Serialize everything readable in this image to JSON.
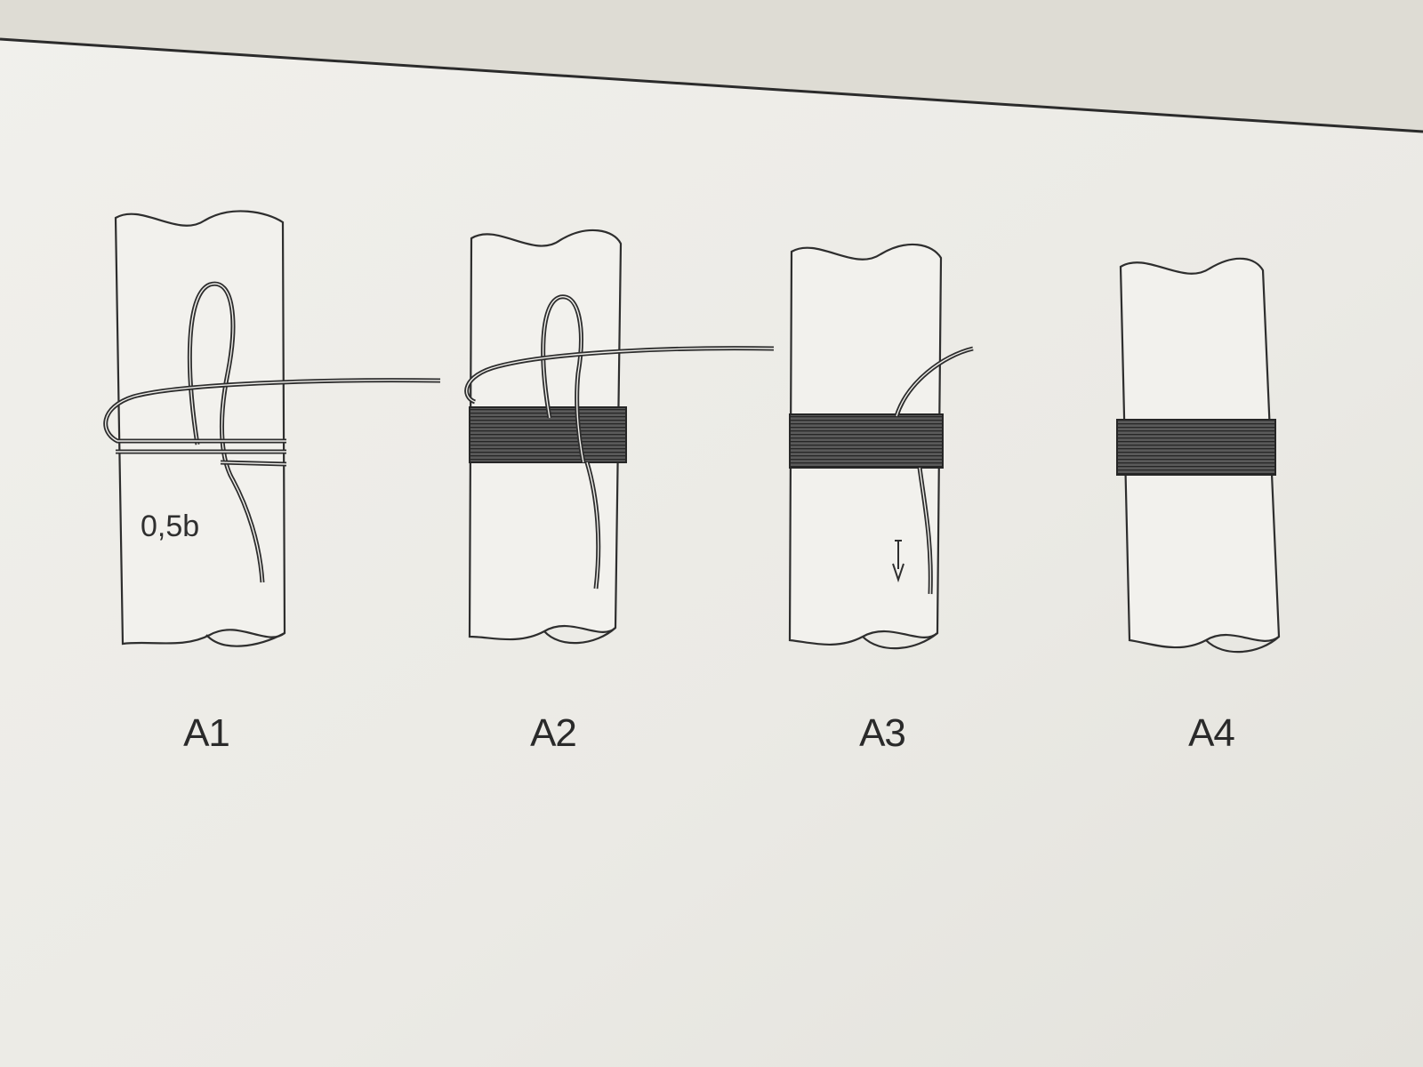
{
  "figure": {
    "panels": [
      {
        "id": "A1",
        "label": "A1",
        "annotation": "0,5b"
      },
      {
        "id": "A2",
        "label": "A2"
      },
      {
        "id": "A3",
        "label": "A3"
      },
      {
        "id": "A4",
        "label": "A4"
      }
    ]
  },
  "colors": {
    "paper": "#eeede8",
    "ink": "#2e2e2e",
    "background": "#d2cfc6"
  }
}
